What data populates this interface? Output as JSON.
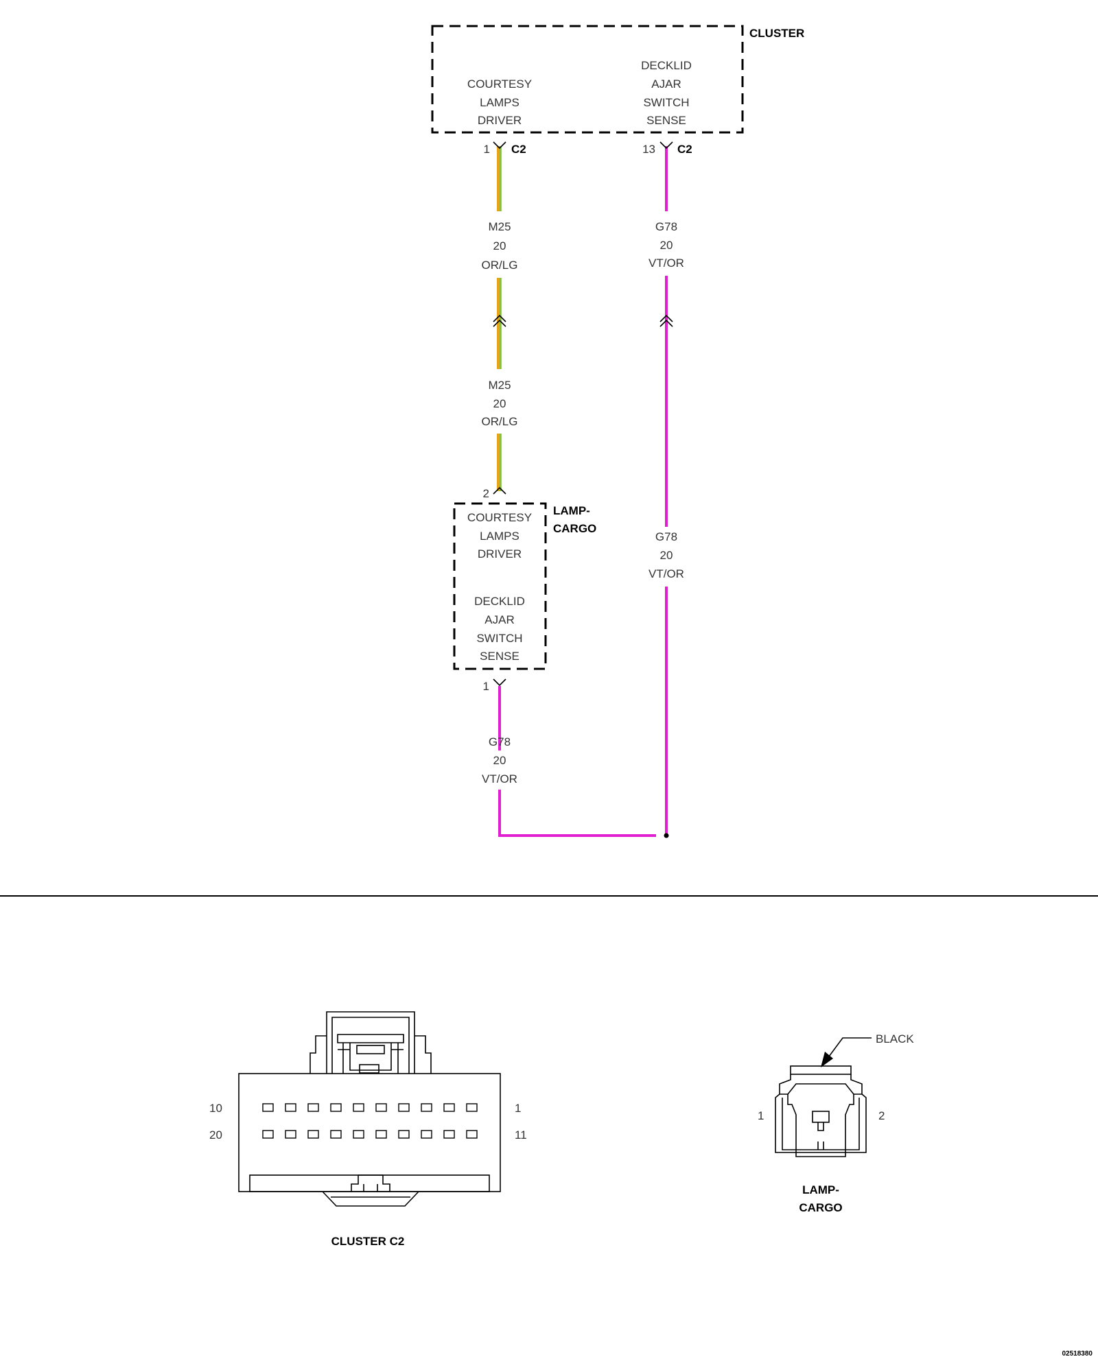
{
  "cluster": {
    "name": "CLUSTER",
    "circuit_left": [
      "COURTESY",
      "LAMPS",
      "DRIVER"
    ],
    "circuit_right": [
      "DECKLID",
      "AJAR",
      "SWITCH",
      "SENSE"
    ]
  },
  "cluster_pin_left": {
    "pin": "1",
    "connector": "C2"
  },
  "cluster_pin_right": {
    "pin": "13",
    "connector": "C2"
  },
  "wire_m25": {
    "circuit": "M25",
    "gauge": "20",
    "color_code": "OR/LG",
    "colors": [
      "#E8A317",
      "#7AC143"
    ]
  },
  "wire_g78": {
    "circuit": "G78",
    "gauge": "20",
    "color_code": "VT/OR",
    "colors": [
      "#E020D0"
    ]
  },
  "lamp_cargo": {
    "name_line1": "LAMP-",
    "name_line2": "CARGO",
    "pin_top": "2",
    "pin_bottom": "1",
    "circuit_top": [
      "COURTESY",
      "LAMPS",
      "DRIVER"
    ],
    "circuit_bottom": [
      "DECKLID",
      "AJAR",
      "SWITCH",
      "SENSE"
    ]
  },
  "connector_cluster_c2": {
    "title": "CLUSTER C2",
    "pin_top_left": "10",
    "pin_top_right": "1",
    "pin_bottom_left": "20",
    "pin_bottom_right": "11"
  },
  "connector_lamp_cargo": {
    "title_line1": "LAMP-",
    "title_line2": "CARGO",
    "color_label": "BLACK",
    "pin_left": "1",
    "pin_right": "2"
  },
  "figure_id": "02518380"
}
